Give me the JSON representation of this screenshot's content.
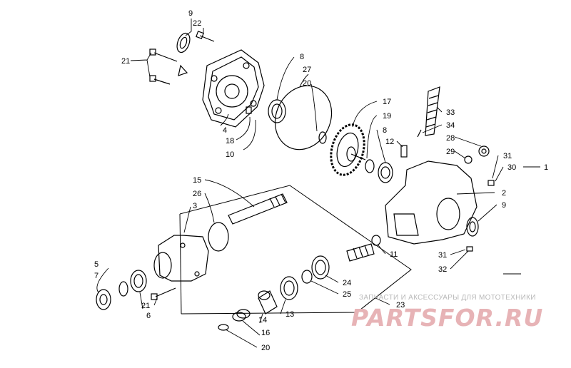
{
  "diagram": {
    "callouts": [
      "9",
      "22",
      "21",
      "8",
      "27",
      "20",
      "4",
      "18",
      "10",
      "17",
      "19",
      "8",
      "33",
      "34",
      "12",
      "28",
      "29",
      "31",
      "30",
      "1",
      "2",
      "9",
      "15",
      "26",
      "3",
      "11",
      "5",
      "7",
      "21",
      "6",
      "24",
      "25",
      "23",
      "14",
      "13",
      "16",
      "20",
      "31",
      "32"
    ]
  },
  "watermark": {
    "tagline": "ЗАПЧАСТИ И АКСЕССУАРЫ ДЛЯ МОТОТЕХНИКИ",
    "logo": "PARTSFOR.RU"
  }
}
